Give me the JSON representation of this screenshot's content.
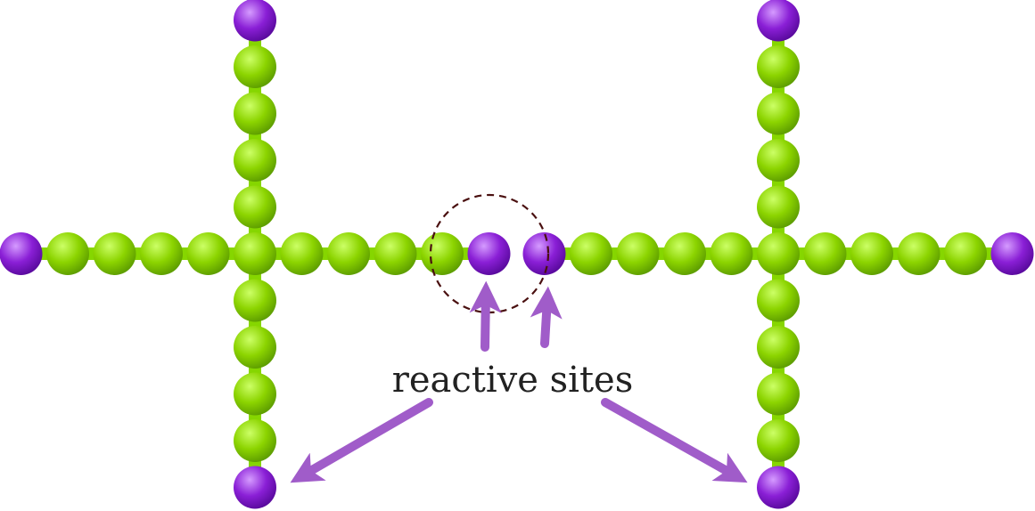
{
  "label": "reactive sites",
  "colors": {
    "chain_bead": "#8cd400",
    "chain_bead_dark": "#5e9e00",
    "chain_bead_light": "#ccff66",
    "linker": "#86d600",
    "reactive_site": "#8a1fd6",
    "reactive_site_dark": "#5a0a9e",
    "reactive_site_light": "#d59bff",
    "arrow": "#a05cc9",
    "highlight_circle": "#4a1010",
    "text": "#222222"
  },
  "molecules": [
    {
      "name": "left-cross-molecule",
      "beads_per_arm": 4,
      "reactive_ends": 4
    },
    {
      "name": "right-cross-molecule",
      "beads_per_arm": 4,
      "reactive_ends": 4
    }
  ],
  "icons": {
    "highlight": "dashed-circle-icon",
    "arrow": "arrow-icon"
  }
}
